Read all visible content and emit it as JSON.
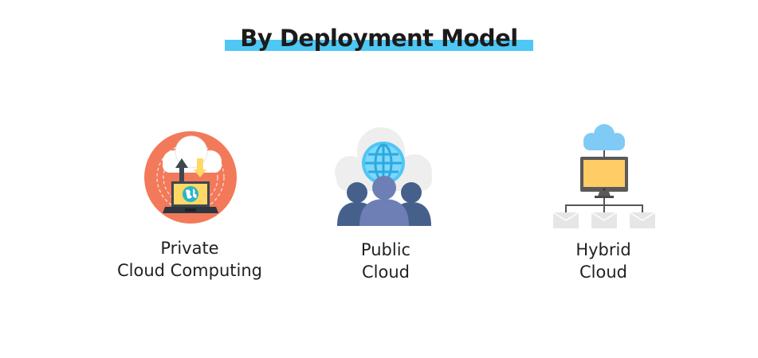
{
  "header": {
    "title": "By Deployment Model",
    "underline_color": "#4ec7f4"
  },
  "models": [
    {
      "line1": "Private",
      "line2": "Cloud Computing",
      "icon": "private-cloud-laptop-icon"
    },
    {
      "line1": "Public",
      "line2": "Cloud",
      "icon": "public-cloud-users-globe-icon"
    },
    {
      "line1": "Hybrid",
      "line2": "Cloud",
      "icon": "hybrid-cloud-network-icon"
    }
  ],
  "colors": {
    "orange": "#f27a5a",
    "dark_slate": "#3e4750",
    "yellow": "#ffd866",
    "blue": "#4ec7f4",
    "users": "#45608a",
    "user_center": "#6d7fb5",
    "grey": "#eeeeee"
  }
}
